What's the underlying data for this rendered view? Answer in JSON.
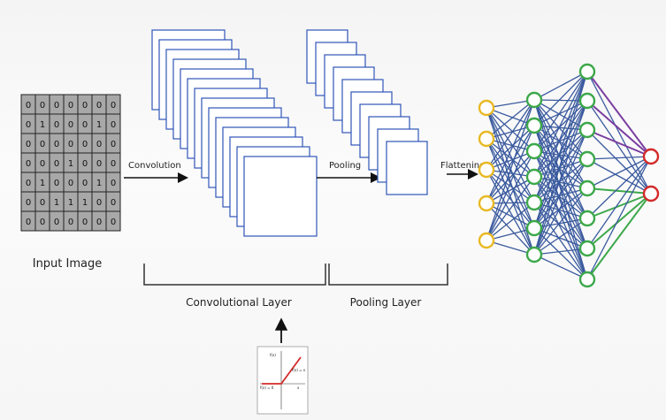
{
  "input_image": {
    "label": "Input Image",
    "grid": [
      [
        "0",
        "0",
        "0",
        "0",
        "0",
        "0",
        "0"
      ],
      [
        "0",
        "1",
        "0",
        "0",
        "0",
        "1",
        "0"
      ],
      [
        "0",
        "0",
        "0",
        "0",
        "0",
        "0",
        "0"
      ],
      [
        "0",
        "0",
        "0",
        "1",
        "0",
        "0",
        "0"
      ],
      [
        "0",
        "1",
        "0",
        "0",
        "0",
        "1",
        "0"
      ],
      [
        "0",
        "0",
        "1",
        "1",
        "1",
        "0",
        "0"
      ],
      [
        "0",
        "0",
        "0",
        "0",
        "0",
        "0",
        "0"
      ]
    ]
  },
  "steps": {
    "convolution": "Convolution",
    "pooling": "Pooling",
    "flattening": "Flattening"
  },
  "layers": {
    "convolutional": "Convolutional Layer",
    "pooling": "Pooling Layer"
  },
  "activation_plot": {
    "axis_y_top": "f(x)",
    "upper_label": "f(x) = x",
    "lower_label": "f(x) = 0",
    "axis_x": "x"
  },
  "network": {
    "layer_sizes": [
      5,
      7,
      8,
      2
    ],
    "layer_colors": [
      "#e8b923",
      "#3da84a",
      "#3da84a",
      "#d42a2a"
    ],
    "edge_color": "#3a5a9e",
    "highlight_colors": [
      "#7a3ea0",
      "#3da84a"
    ]
  }
}
